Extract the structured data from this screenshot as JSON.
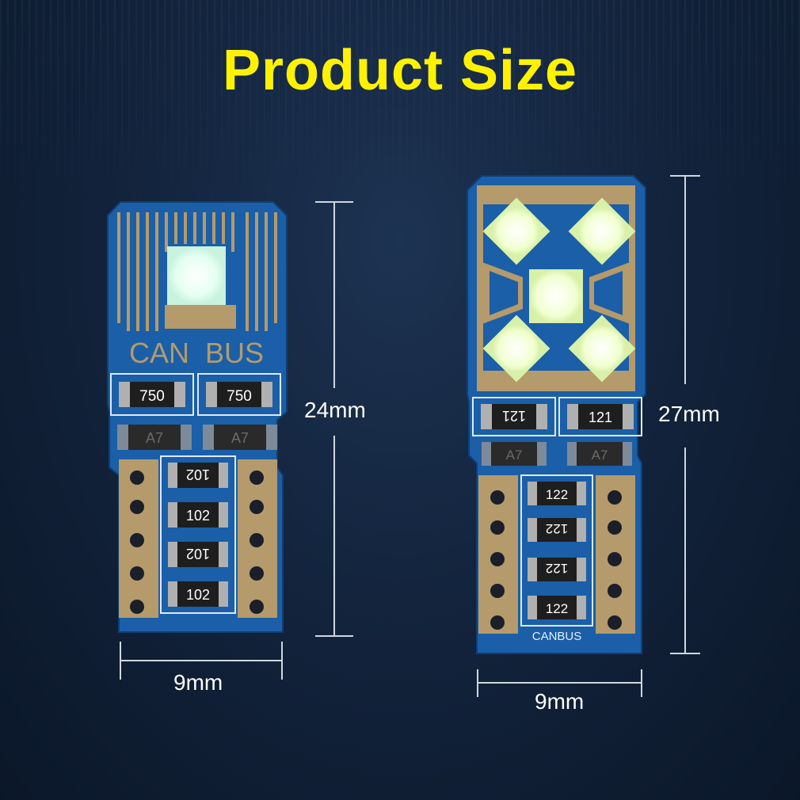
{
  "title": "Product Size",
  "left_bulb": {
    "height_label": "24mm",
    "width_label": "9mm",
    "pcb_text": "CAN  BUS",
    "resistors_top": [
      "750",
      "750"
    ],
    "diodes": [
      "A7",
      "A7"
    ],
    "resistors_bottom": [
      "102",
      "102",
      "102",
      "102"
    ]
  },
  "right_bulb": {
    "height_label": "27mm",
    "width_label": "9mm",
    "pcb_text": "CANBUS",
    "resistors_top": [
      "121",
      "121"
    ],
    "diodes": [
      "A7",
      "A7"
    ],
    "resistors_bottom": [
      "122",
      "122",
      "122",
      "122"
    ]
  },
  "colors": {
    "title": "#fff200",
    "pcb": "#1a5fa8",
    "copper": "#b59a6b",
    "led": "#eafff4"
  }
}
